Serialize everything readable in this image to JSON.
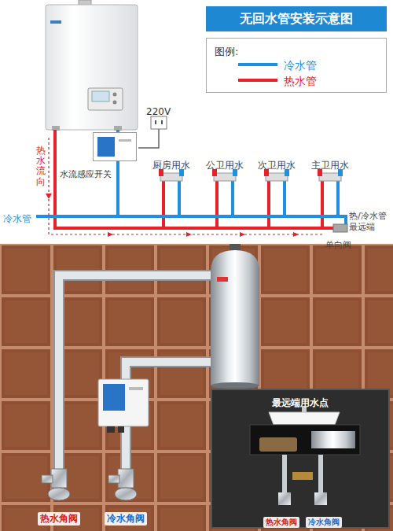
{
  "diagram": {
    "title": "无回水管安装示意图",
    "nodes": [
      {
        "text": [
          "图例:"
        ]
      },
      {
        "text": [
          "水流感应开关"
        ]
      },
      {
        "text": [
          "最远端用水点"
        ]
      }
    ],
    "labels": [
      "220V",
      "热水流向",
      "冷水管",
      "厨房用水",
      "公卫用水",
      "次卫用水",
      "主卫用水",
      "热/冷水管最远端",
      "单向阀",
      "热水角阀",
      "冷水角阀",
      "热水角阀",
      "冷水角阀"
    ],
    "legend": [
      {
        "text": "冷水管"
      },
      {
        "text": "热水管"
      }
    ]
  }
}
